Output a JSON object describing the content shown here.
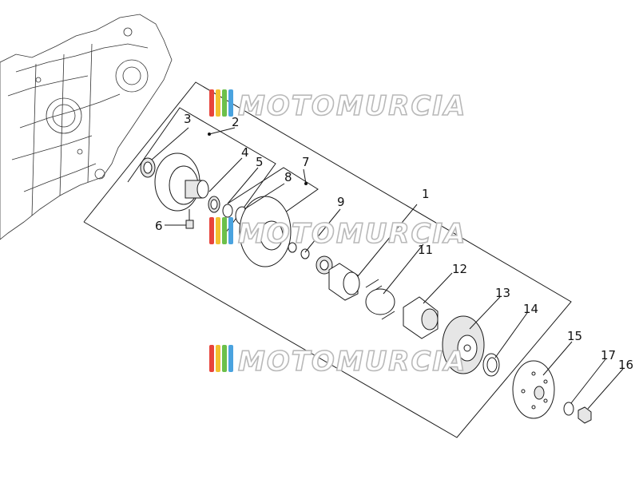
{
  "diagram": {
    "callouts": [
      {
        "id": "1",
        "text": "1"
      },
      {
        "id": "2",
        "text": "2"
      },
      {
        "id": "3",
        "text": "3"
      },
      {
        "id": "4",
        "text": "4"
      },
      {
        "id": "5",
        "text": "5"
      },
      {
        "id": "6",
        "text": "6"
      },
      {
        "id": "7",
        "text": "7"
      },
      {
        "id": "8",
        "text": "8"
      },
      {
        "id": "9",
        "text": "9"
      },
      {
        "id": "11",
        "text": "11"
      },
      {
        "id": "12",
        "text": "12"
      },
      {
        "id": "13",
        "text": "13"
      },
      {
        "id": "14",
        "text": "14"
      },
      {
        "id": "15",
        "text": "15"
      },
      {
        "id": "16",
        "text": "16"
      },
      {
        "id": "17",
        "text": "17"
      }
    ],
    "watermark": {
      "text": "MOTOMURCIA",
      "colors": [
        "#e8453c",
        "#f2c230",
        "#6cc04a",
        "#4aa3df"
      ]
    }
  }
}
